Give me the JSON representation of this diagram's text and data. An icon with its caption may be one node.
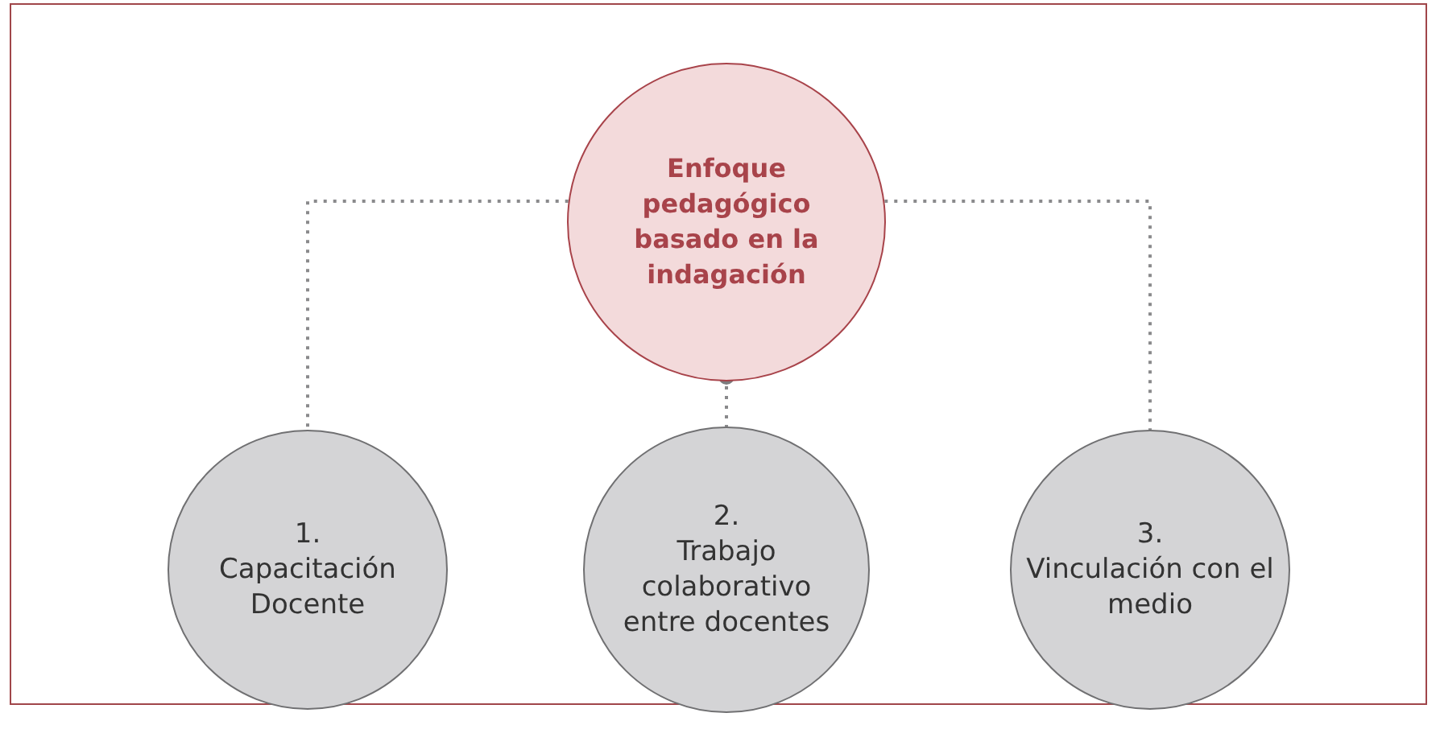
{
  "diagram": {
    "nodes": [
      {
        "text": [
          "Enfoque pedagógico basado en la indagación"
        ]
      },
      {
        "text": [
          "1.",
          "Capacitación Docente"
        ]
      },
      {
        "text": [
          "2.",
          "Trabajo colaborativo entre docentes"
        ]
      },
      {
        "text": [
          "3.",
          "Vinculación con el medio"
        ]
      }
    ],
    "edges": [
      {
        "from": 0,
        "to": 1,
        "arrow": "other"
      },
      {
        "from": 0,
        "to": 2,
        "arrow": "other"
      },
      {
        "from": 0,
        "to": 3,
        "arrow": "other"
      }
    ]
  }
}
